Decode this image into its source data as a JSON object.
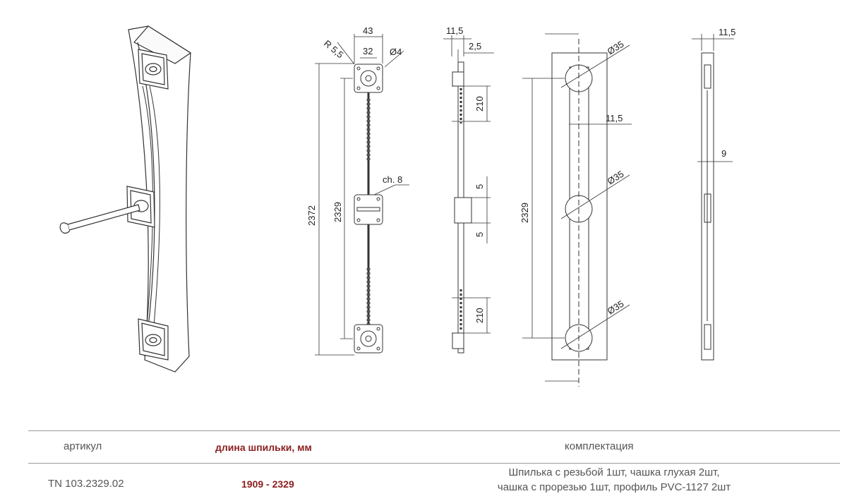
{
  "drawing": {
    "dims": {
      "d43": "43",
      "d32": "32",
      "r55": "R 5,5",
      "d4": "Ø4",
      "d2372": "2372",
      "d2329a": "2329",
      "ch8": "ch. 8",
      "d115a": "11,5",
      "d25": "2,5",
      "d210a": "210",
      "d5a": "5",
      "d5b": "5",
      "d210b": "210",
      "d2329b": "2329",
      "d35a": "Ø35",
      "d115b": "11,5",
      "d35b": "Ø35",
      "d35c": "Ø35",
      "d115c": "11,5",
      "d9": "9"
    }
  },
  "table": {
    "headers": {
      "article": "артикул",
      "length": "длина шпильки, мм",
      "kit": "комплектация"
    },
    "row": {
      "article": "TN 103.2329.02",
      "length": "1909 - 2329",
      "kit_line1": "Шпилька с резьбой 1шт, чашка глухая 2шт,",
      "kit_line2": "чашка с прорезью 1шт, профиль PVC-1127 2шт"
    },
    "colors": {
      "accent": "#8b1e1e",
      "rule": "#9a9a9a"
    }
  }
}
